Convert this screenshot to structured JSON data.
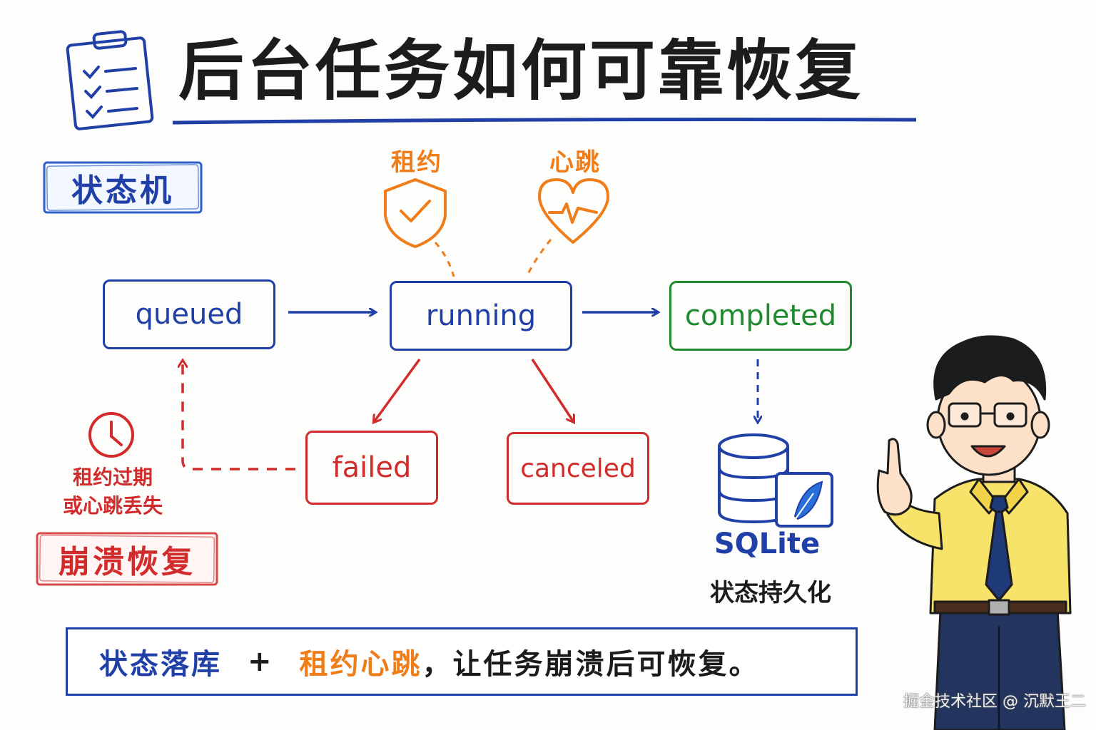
{
  "title": "后台任务如何可靠恢复",
  "sections": {
    "state_machine": "状态机",
    "crash_recovery": "崩溃恢复"
  },
  "mechanisms": {
    "lease": "租约",
    "heartbeat": "心跳"
  },
  "states": {
    "queued": "queued",
    "running": "running",
    "completed": "completed",
    "failed": "failed",
    "canceled": "canceled"
  },
  "timeout_note": {
    "line1": "租约过期",
    "line2": "或心跳丢失"
  },
  "storage": {
    "name": "SQLite",
    "caption": "状态持久化"
  },
  "summary": {
    "part1": "状态落库",
    "plus": "+",
    "part2": "租约心跳",
    "part3": "，让任务崩溃后可恢复。"
  },
  "watermark": "掘金技术社区 @ 沉默王二",
  "colors": {
    "blue": "#2040a8",
    "green": "#1f8a2e",
    "red": "#d12b2b",
    "orange": "#ef7d1a"
  },
  "icons": [
    "clipboard-checklist-icon",
    "shield-check-icon",
    "heart-pulse-icon",
    "clock-icon",
    "database-icon",
    "feather-icon",
    "cartoon-man-pointing"
  ]
}
